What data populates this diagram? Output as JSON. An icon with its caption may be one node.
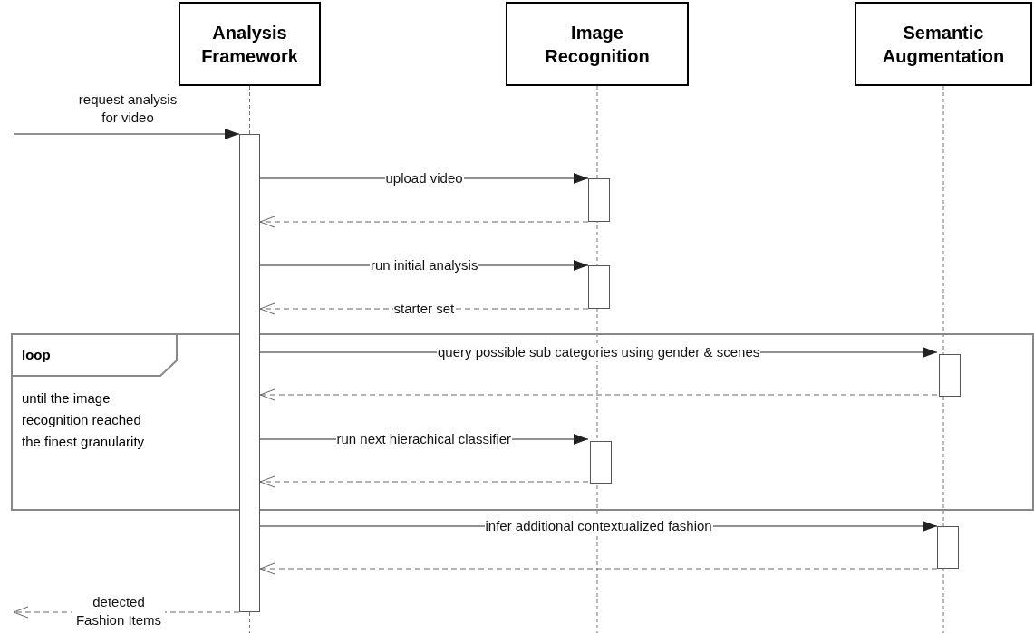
{
  "diagram": {
    "nodes": [
      {
        "text": [
          "Analysis Framework"
        ]
      },
      {
        "text": [
          "Image Recognition"
        ]
      },
      {
        "text": [
          "Semantic Augmentation"
        ]
      },
      {
        "text": [
          "loop",
          "until the image recognition reached the finest granularity"
        ]
      },
      {
        "text": [],
        "shape": "bar"
      },
      {
        "text": [],
        "shape": "bar"
      },
      {
        "text": [],
        "shape": "bar"
      },
      {
        "text": [],
        "shape": "bar",
        "in": 3
      },
      {
        "text": [],
        "shape": "bar",
        "in": 3
      },
      {
        "text": [],
        "shape": "bar"
      }
    ],
    "edges": [
      {
        "from": null,
        "to": 4,
        "arrow": "to",
        "label": "request analysis for video"
      },
      {
        "from": 4,
        "to": 5,
        "arrow": "to",
        "label": "upload video"
      },
      {
        "from": 5,
        "to": 4,
        "arrow": "to",
        "style": "dashed"
      },
      {
        "from": 4,
        "to": 6,
        "arrow": "to",
        "label": "run initial analysis"
      },
      {
        "from": 6,
        "to": 4,
        "arrow": "to",
        "style": "dashed",
        "label": "starter set"
      },
      {
        "from": 4,
        "to": 7,
        "arrow": "to",
        "label": "query possible sub categories using gender & scenes"
      },
      {
        "from": 7,
        "to": 4,
        "arrow": "to",
        "style": "dashed"
      },
      {
        "from": 4,
        "to": 8,
        "arrow": "to",
        "label": "run next hierachical classifier"
      },
      {
        "from": 8,
        "to": 4,
        "arrow": "to",
        "style": "dashed"
      },
      {
        "from": 4,
        "to": 9,
        "arrow": "to",
        "label": "infer additional contextualized fashion"
      },
      {
        "from": 9,
        "to": 4,
        "arrow": "to",
        "style": "dashed"
      },
      {
        "from": 4,
        "to": null,
        "arrow": "to",
        "style": "dashed",
        "label": "detected Fashion Items"
      }
    ]
  }
}
